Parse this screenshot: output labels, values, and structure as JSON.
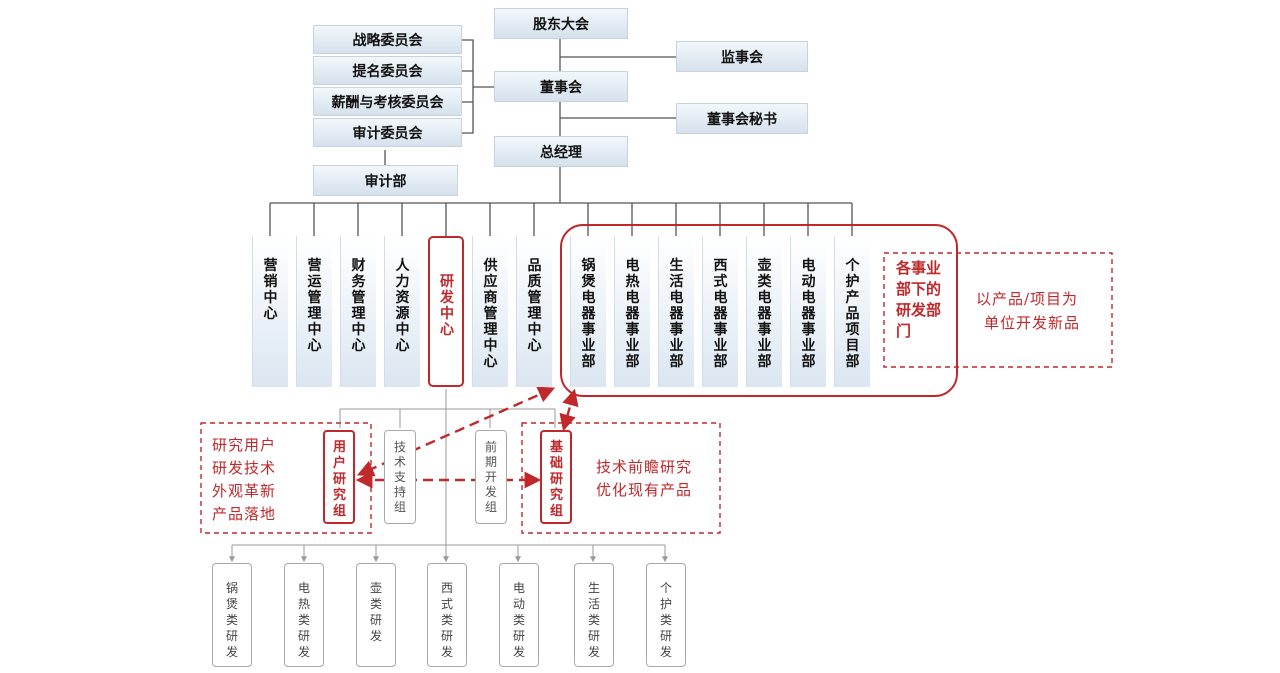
{
  "governance": {
    "shareholders": "股东大会",
    "supervisors": "监事会",
    "board": "董事会",
    "board_secretary": "董事会秘书",
    "general_manager": "总经理",
    "committees": [
      "战略委员会",
      "提名委员会",
      "薪酬与考核委员会",
      "审计委员会"
    ],
    "audit_dept": "审计部"
  },
  "centers": [
    "营销中心",
    "营运管理中心",
    "财务管理中心",
    "人力资源中心",
    "研发中心",
    "供应商管理中心",
    "品质管理中心"
  ],
  "business_units": [
    "锅煲电器事业部",
    "电热电器事业部",
    "生活电器事业部",
    "西式电器事业部",
    "壶类电器事业部",
    "电动电器事业部",
    "个护产品项目部"
  ],
  "bu_rd_label": "各事业部下的研发部门",
  "bu_note_line1": "以产品/项目为",
  "bu_note_line2": "单位开发新品",
  "rd_groups": {
    "user_research": "用户研究组",
    "tech_support": "技术支持组",
    "pre_dev": "前期开发组",
    "basic_research": "基础研究组"
  },
  "user_notes": [
    "研究用户",
    "研发技术",
    "外观革新",
    "产品落地"
  ],
  "basic_notes": [
    "技术前瞻研究",
    "优化现有产品"
  ],
  "dev_teams": [
    "锅煲类研发",
    "电热类研发",
    "壶类研发",
    "西式类研发",
    "电动类研发",
    "生活类研发",
    "个护类研发"
  ],
  "colors": {
    "accent_red": "#c0282b",
    "box_blue": "#d5e1ed",
    "line_gray": "#555555"
  }
}
